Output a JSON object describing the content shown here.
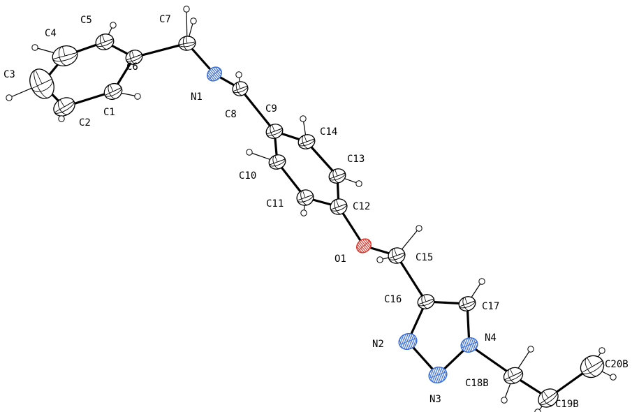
{
  "atom_labels": {
    "C1": "C1",
    "C2": "C2",
    "C3": "C3",
    "C4": "C4",
    "C5": "C5",
    "C6": "C6",
    "C7": "C7",
    "N1": "N1",
    "C8": "C8",
    "C9": "C9",
    "C10": "C10",
    "C11": "C11",
    "C12": "C12",
    "C13": "C13",
    "C14": "C14",
    "O1": "O1",
    "C15": "C15",
    "C16": "C16",
    "C17": "C17",
    "N2": "N2",
    "N3": "N3",
    "N4": "N4",
    "C18B": "C18B",
    "C19B": "C19B",
    "C20B": "C20B"
  },
  "element_colors": {
    "C": "#ffffff",
    "N": "#3b6fd8",
    "O": "#e03a2f",
    "H": "#ffffff"
  }
}
